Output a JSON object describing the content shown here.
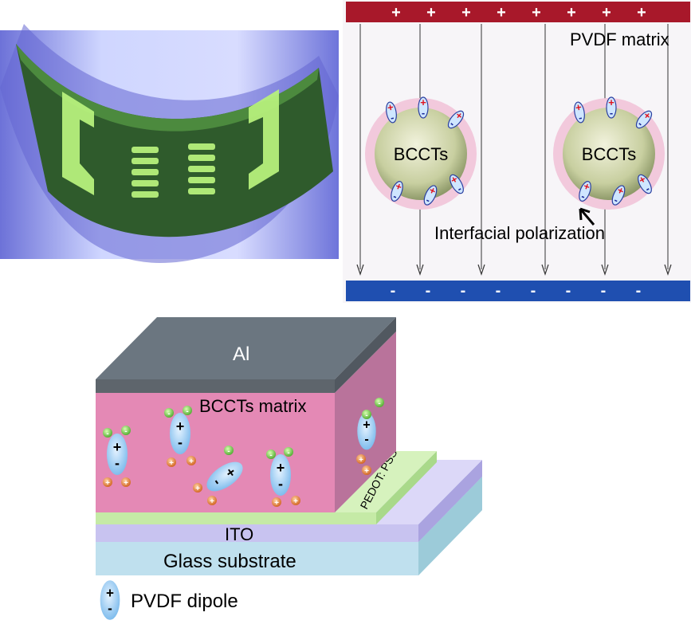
{
  "photo": {
    "description_icon": "flexible-device-photo"
  },
  "field_diagram": {
    "top_plate_sign": "+",
    "top_plate_count": 8,
    "bottom_plate_sign": "-",
    "bottom_plate_count": 8,
    "matrix_label": "PVDF matrix",
    "particle_label": "BCCTs",
    "particle_count": 2,
    "annotation": "Interfacial polarization",
    "colors": {
      "top_plate": "#a8182a",
      "bottom_plate": "#1f4fb0",
      "particle_core": "#c8cfa0",
      "particle_shell": "#f2c9dc"
    }
  },
  "device": {
    "electrode_label": "Al",
    "active_label": "BCCTs matrix",
    "buffer_label": "PEDOT: PSS",
    "ito_label": "ITO",
    "substrate_label": "Glass substrate",
    "colors": {
      "al_top": "#6b7680",
      "al_front": "#5e656c",
      "active_front": "#e489b5",
      "active_side": "#b9739b",
      "pedot": "#c5eaa6",
      "ito": "#c8c3f0",
      "glass": "#bfe0ee"
    }
  },
  "legend": {
    "dipole_label": "PVDF dipole",
    "dipole_plus": "+",
    "dipole_minus": "-"
  }
}
